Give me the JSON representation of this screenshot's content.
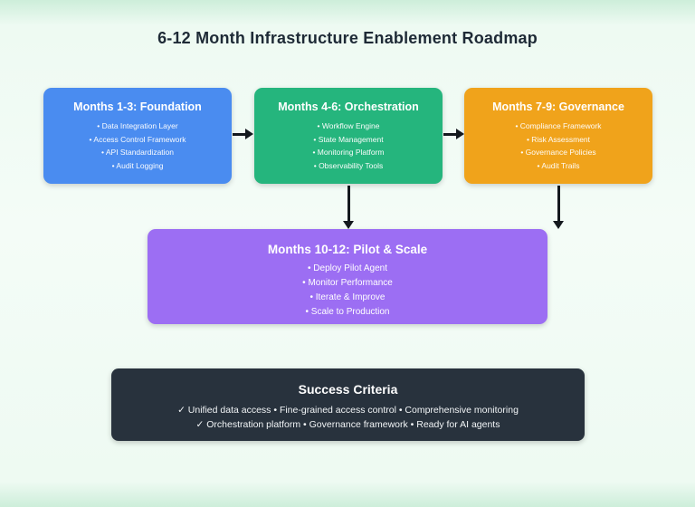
{
  "title": "6-12 Month Infrastructure Enablement Roadmap",
  "phases": [
    {
      "title": "Months 1-3: Foundation",
      "color": "#4a8cf0",
      "items": [
        "• Data Integration Layer",
        "• Access Control Framework",
        "• API Standardization",
        "• Audit Logging"
      ]
    },
    {
      "title": "Months 4-6: Orchestration",
      "color": "#25b57d",
      "items": [
        "• Workflow Engine",
        "• State Management",
        "• Monitoring Platform",
        "• Observability Tools"
      ]
    },
    {
      "title": "Months 7-9: Governance",
      "color": "#f0a31b",
      "items": [
        "• Compliance Framework",
        "• Risk Assessment",
        "• Governance Policies",
        "• Audit Trails"
      ]
    }
  ],
  "pilot": {
    "title": "Months 10-12: Pilot & Scale",
    "color": "#9c6ef3",
    "items": [
      "• Deploy Pilot Agent",
      "• Monitor Performance",
      "• Iterate & Improve",
      "• Scale to Production"
    ]
  },
  "success": {
    "title": "Success Criteria",
    "color": "#28323d",
    "lines": [
      "✓ Unified data access • Fine-grained access control • Comprehensive monitoring",
      "✓ Orchestration platform • Governance framework • Ready for AI agents"
    ]
  },
  "arrow_color": "#14191e"
}
